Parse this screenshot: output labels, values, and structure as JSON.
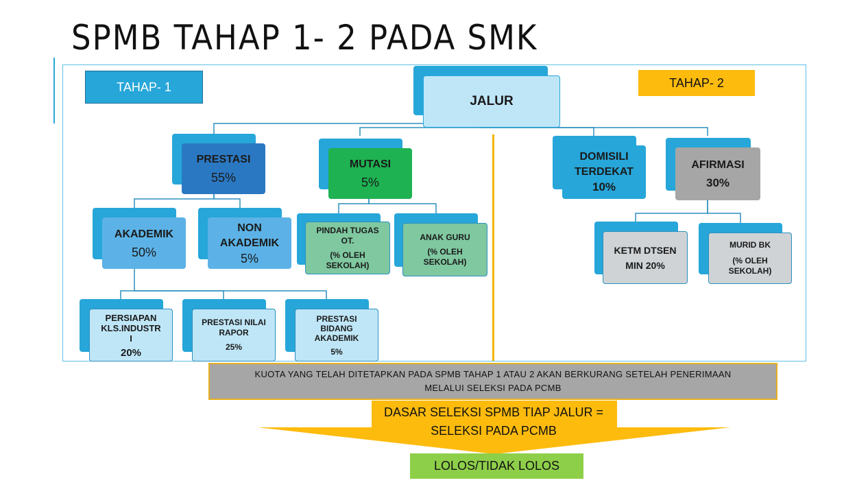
{
  "title": "SPMB TAHAP 1- 2 PADA SMK",
  "tahap1": "TAHAP- 1",
  "tahap2": "TAHAP- 2",
  "root": "JALUR",
  "prestasi": {
    "name": "PRESTASI",
    "pct": "55%"
  },
  "mutasi": {
    "name": "MUTASI",
    "pct": "5%"
  },
  "domisili": {
    "name1": "DOMISILI",
    "name2": "TERDEKAT",
    "pct": "10%"
  },
  "afirmasi": {
    "name": "AFIRMASI",
    "pct": "30%"
  },
  "akademik": {
    "name": "AKADEMIK",
    "pct": "50%"
  },
  "non_akademik": {
    "name1": "NON",
    "name2": "AKADEMIK",
    "pct": "5%"
  },
  "pindah_tugas": {
    "name1": "PINDAH TUGAS",
    "name2": "OT.",
    "note1": "(% OLEH",
    "note2": "SEKOLAH)"
  },
  "anak_guru": {
    "name": "ANAK GURU",
    "note1": "(% OLEH",
    "note2": "SEKOLAH)"
  },
  "ketm": {
    "name": "KETM DTSEN",
    "min": "MIN 20%"
  },
  "murid_bk": {
    "name": "MURID BK",
    "note1": "(% OLEH",
    "note2": "SEKOLAH)"
  },
  "persiapan": {
    "line1": "PERSIAPAN",
    "line2": "KLS.INDUSTR",
    "line3": "I",
    "pct": "20%"
  },
  "prestasi_nilai": {
    "line1": "PRESTASI NILAI",
    "line2": "RAPOR",
    "pct": "25%"
  },
  "prestasi_bidang": {
    "line1": "PRESTASI",
    "line2": "BIDANG",
    "line3": "AKADEMIK",
    "pct": "5%"
  },
  "note": {
    "line1": "KUOTA YANG TELAH DITETAPKAN PADA SPMB TAHAP 1 ATAU 2 AKAN BERKURANG SETELAH PENERIMAAN",
    "line2": "MELALUI SELEKSI PADA PCMB"
  },
  "arrow_text": {
    "line1": "DASAR SELEKSI SPMB TIAP JALUR =",
    "line2": "SELEKSI PADA PCMB"
  },
  "result": "LOLOS/TIDAK LOLOS",
  "colors": {
    "blue": "#27a6d9",
    "light_blue": "#bfe6f7",
    "mid_blue": "#5cb2e6",
    "dark_blue": "#2b78c2",
    "green": "#1eb252",
    "light_green": "#7fc8a0",
    "grey": "#a6a6a6",
    "light_grey": "#cfd3d6",
    "yellow": "#fdbb0e",
    "lime": "#8ecf4a"
  }
}
